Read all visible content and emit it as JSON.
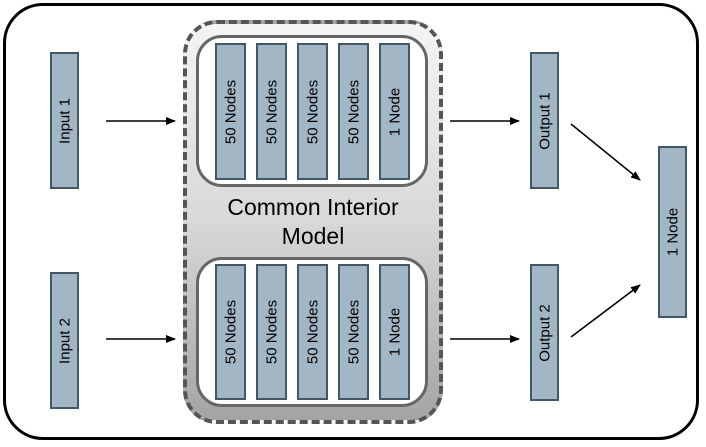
{
  "diagram": {
    "inputs": [
      "Input 1",
      "Input 2"
    ],
    "group_title": [
      "Common Interior",
      "Model"
    ],
    "top_layers": [
      "50 Nodes",
      "50 Nodes",
      "50 Nodes",
      "50 Nodes",
      "1 Node"
    ],
    "bottom_layers": [
      "50 Nodes",
      "50 Nodes",
      "50 Nodes",
      "50 Nodes",
      "1 Node"
    ],
    "outputs": [
      "Output 1",
      "Output 2"
    ],
    "final": "1 Node"
  },
  "colors": {
    "node_fill": "#a3b6c5",
    "node_border": "#425866",
    "group_border": "#555555",
    "frame_border": "#000000"
  }
}
